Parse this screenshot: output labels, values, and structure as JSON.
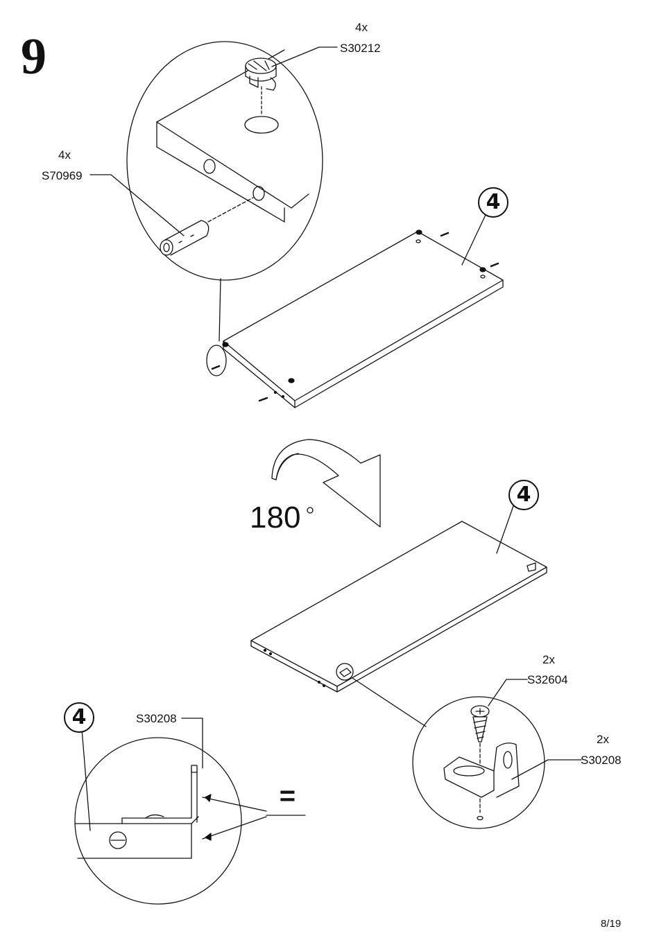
{
  "step": {
    "number": "9"
  },
  "page": {
    "number": "8/19"
  },
  "rotation": {
    "value": "180"
  },
  "parts": {
    "cam_lock": {
      "qty": "4x",
      "code": "S30212"
    },
    "dowel": {
      "qty": "4x",
      "code": "S70969"
    },
    "screw": {
      "qty": "2x",
      "code": "S32604"
    },
    "bracket": {
      "qty": "2x",
      "code": "S30208"
    },
    "bracket_detail": {
      "code": "S30208"
    }
  },
  "panel": {
    "ref": "4"
  },
  "equals_sign": "="
}
